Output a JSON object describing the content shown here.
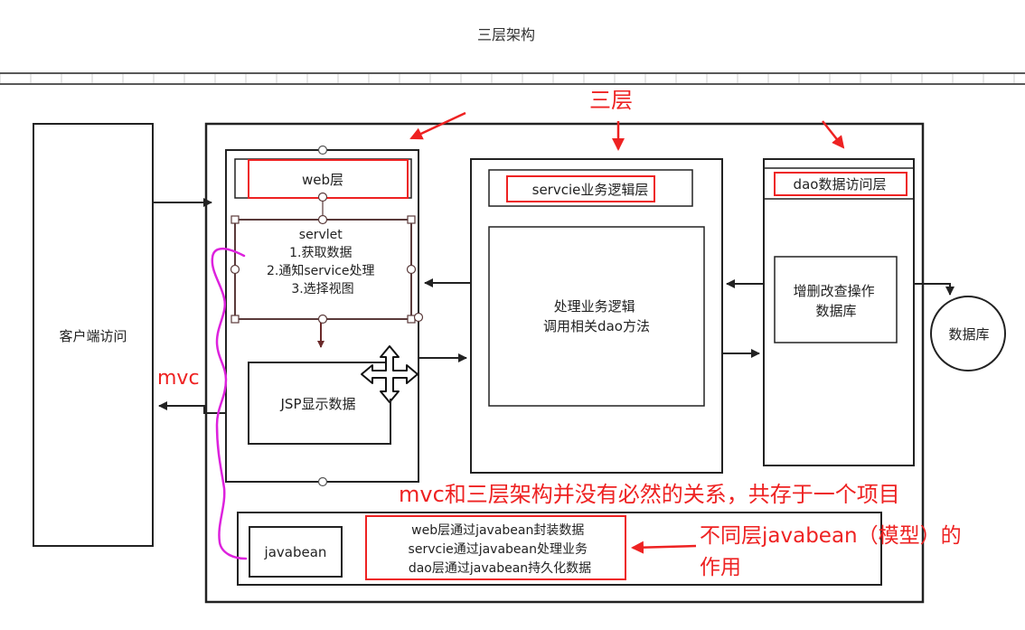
{
  "page": {
    "title": "三层架构"
  },
  "diagram": {
    "client": {
      "label": "客户端访问"
    },
    "web_layer": {
      "title": "web层",
      "servlet": {
        "lines": [
          "servlet",
          "1.获取数据",
          "2.通知service处理",
          "3.选择视图"
        ]
      },
      "jsp": {
        "label": "JSP显示数据"
      }
    },
    "service_layer": {
      "title": "servcie业务逻辑层",
      "body_lines": [
        "处理业务逻辑",
        "调用相关dao方法"
      ]
    },
    "dao_layer": {
      "title": "dao数据访问层",
      "body_lines": [
        "增删改查操作",
        "数据库"
      ]
    },
    "database": {
      "label": "数据库"
    },
    "javabean": {
      "label": "javabean",
      "notes": [
        "web层通过javabean封装数据",
        "servcie通过javabean处理业务",
        "dao层通过javabean持久化数据"
      ]
    },
    "annotations": {
      "three_layers": "三层",
      "mvc": "mvc",
      "relation": "mvc和三层架构并没有必然的关系，共存于一个项目",
      "javabean_role_lines": [
        "不同层javabean（模型）的",
        "作用"
      ]
    },
    "colors": {
      "annotation": "#ee2222",
      "mvc_bracket": "#dd22dd",
      "servlet_border": "#5a3a3a",
      "stroke": "#222222"
    }
  }
}
